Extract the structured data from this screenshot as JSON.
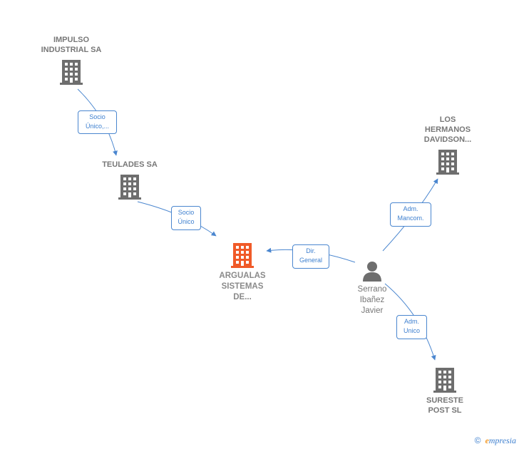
{
  "nodes": {
    "impulso": {
      "label": "IMPULSO\nINDUSTRIAL SA",
      "icon": "building-icon"
    },
    "teulades": {
      "label": "TEULADES SA",
      "icon": "building-icon"
    },
    "argualas": {
      "label": "ARGUALAS\nSISTEMAS\nDE...",
      "icon": "building-icon",
      "color": "#f05a28"
    },
    "hermanos": {
      "label": "LOS\nHERMANOS\nDAVIDSON...",
      "icon": "building-icon"
    },
    "serrano": {
      "label": "Serrano\nIbañez\nJavier",
      "icon": "person-icon"
    },
    "sureste": {
      "label": "SURESTE\nPOST SL",
      "icon": "building-icon"
    }
  },
  "edges": {
    "impulso_teulades": "Socio\nÚnico,...",
    "teulades_argualas": "Socio\nÚnico",
    "serrano_argualas": "Dir.\nGeneral",
    "serrano_hermanos": "Adm.\nMancom.",
    "serrano_sureste": "Adm.\nUnico"
  },
  "colors": {
    "building": "#6e6e6e",
    "main": "#f05a28",
    "edge": "#4a86cf"
  },
  "brand": {
    "copyright": "©",
    "name": "mpresia",
    "initial": "e"
  }
}
